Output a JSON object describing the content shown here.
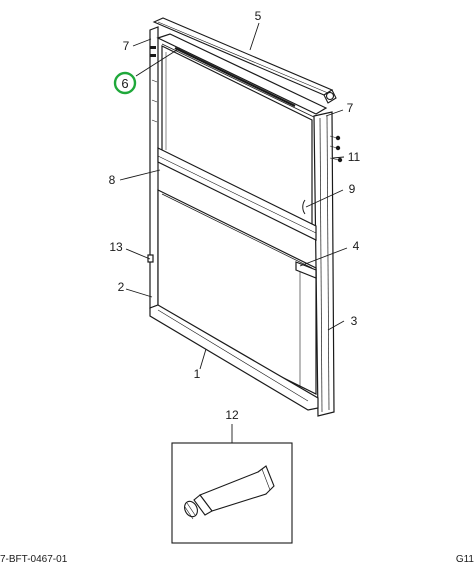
{
  "callouts": {
    "c1": "1",
    "c2": "2",
    "c3": "3",
    "c4": "4",
    "c5": "5",
    "c6": "6",
    "c7a": "7",
    "c7b": "7",
    "c8": "8",
    "c9": "9",
    "c11": "11",
    "c12": "12",
    "c13": "13"
  },
  "highlight": {
    "callout": "6",
    "color": "#1fa83a"
  },
  "footer": {
    "left_code": "7-BFT-0467-01",
    "right_code": "G11"
  }
}
